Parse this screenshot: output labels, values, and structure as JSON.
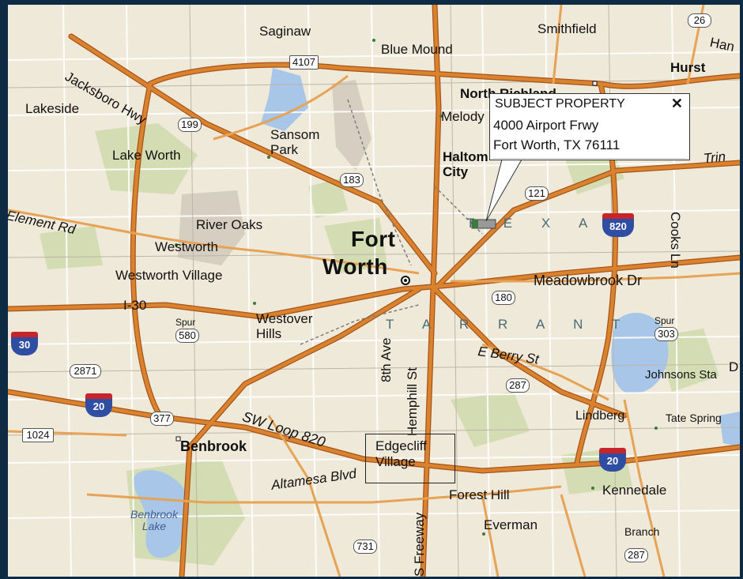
{
  "map": {
    "colors": {
      "land": "#efe9d9",
      "park": "#d3dcb2",
      "urban": "#d8d0c2",
      "water": "#a8c6e7",
      "highway": "#d9832e",
      "highway_casing": "#a8541a",
      "minor_road": "#ffffff",
      "frame": "#0f2a43"
    },
    "labels": {
      "saginaw": "Saginaw",
      "smithfield": "Smithfield",
      "blue_mound": "Blue Mound",
      "hurst": "Hurst",
      "north_richland": "North Richland",
      "lakeside": "Lakeside",
      "jacksboro_hwy": "Jacksboro Hwy",
      "melody": "Melody",
      "sansom_park": "Sansom Park",
      "lake_worth": "Lake Worth",
      "haltom_city": "Haltom City",
      "element_rd": "Element Rd",
      "river_oaks": "River Oaks",
      "westworth": "Westworth",
      "fort_worth_1": "Fort",
      "fort_worth_2": "Worth",
      "texas": "T E X A S",
      "westworth_village": "Westworth Village",
      "meadowbrook_dr": "Meadowbrook Dr",
      "cooks_ln": "Cooks Ln",
      "i30_label": "I-30",
      "westover_hills": "Westover Hills",
      "tarrant": "T A R R A N T",
      "e_berry_st": "E Berry St",
      "eighth_ave": "8th Ave",
      "hemphill_st": "Hemphill St",
      "johnsons_sta": "Johnsons Sta",
      "tate_spring": "Tate Spring",
      "lindberg": "Lindberg",
      "sw_loop_820": "SW Loop 820",
      "benbrook": "Benbrook",
      "edgecliff_village": "Edgecliff Village",
      "altamesa_blvd": "Altamesa Blvd",
      "forest_hill": "Forest Hill",
      "kennedale": "Kennedale",
      "benbrook_lake": "Benbrook Lake",
      "everman": "Everman",
      "branch": "Branch",
      "s_freeway": "S Freeway",
      "spur": "Spur",
      "truncated_han": "Han",
      "truncated_trin": "Trin",
      "truncated_d": "D"
    },
    "shields": {
      "s26": "26",
      "s4107": "4107",
      "s199": "199",
      "s183": "183",
      "s121": "121",
      "s820": "820",
      "s180": "180",
      "s580": "580",
      "s303": "303",
      "s30": "30",
      "s2871": "2871",
      "s287a": "287",
      "s20a": "20",
      "s377": "377",
      "s1024": "1024",
      "s20b": "20",
      "s731": "731",
      "s287b": "287"
    },
    "popup": {
      "title": "SUBJECT PROPERTY",
      "close": "✕",
      "line1": "4000 Airport Frwy",
      "line2": "Fort Worth, TX 76111"
    }
  }
}
